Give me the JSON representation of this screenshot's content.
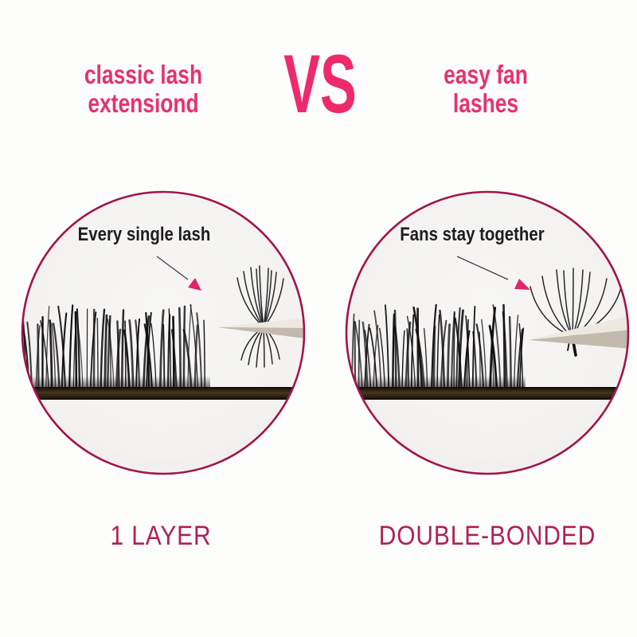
{
  "header": {
    "left_title_line1": "classic lash",
    "left_title_line2": "extensiond",
    "vs_label": "VS",
    "right_title_line1": "easy fan",
    "right_title_line2": "lashes"
  },
  "left_panel": {
    "callout": "Every single lash",
    "label": "1 LAYER"
  },
  "right_panel": {
    "callout": "Fans stay together",
    "label": "DOUBLE-BONDED"
  },
  "colors": {
    "headline_pink": "#E7326F",
    "vs_pink": "#EE296D",
    "label_crimson": "#B12055",
    "circle_ring": "#A3134D",
    "arrow_pink": "#E2256B",
    "lash_black": "#0C0C0E"
  }
}
